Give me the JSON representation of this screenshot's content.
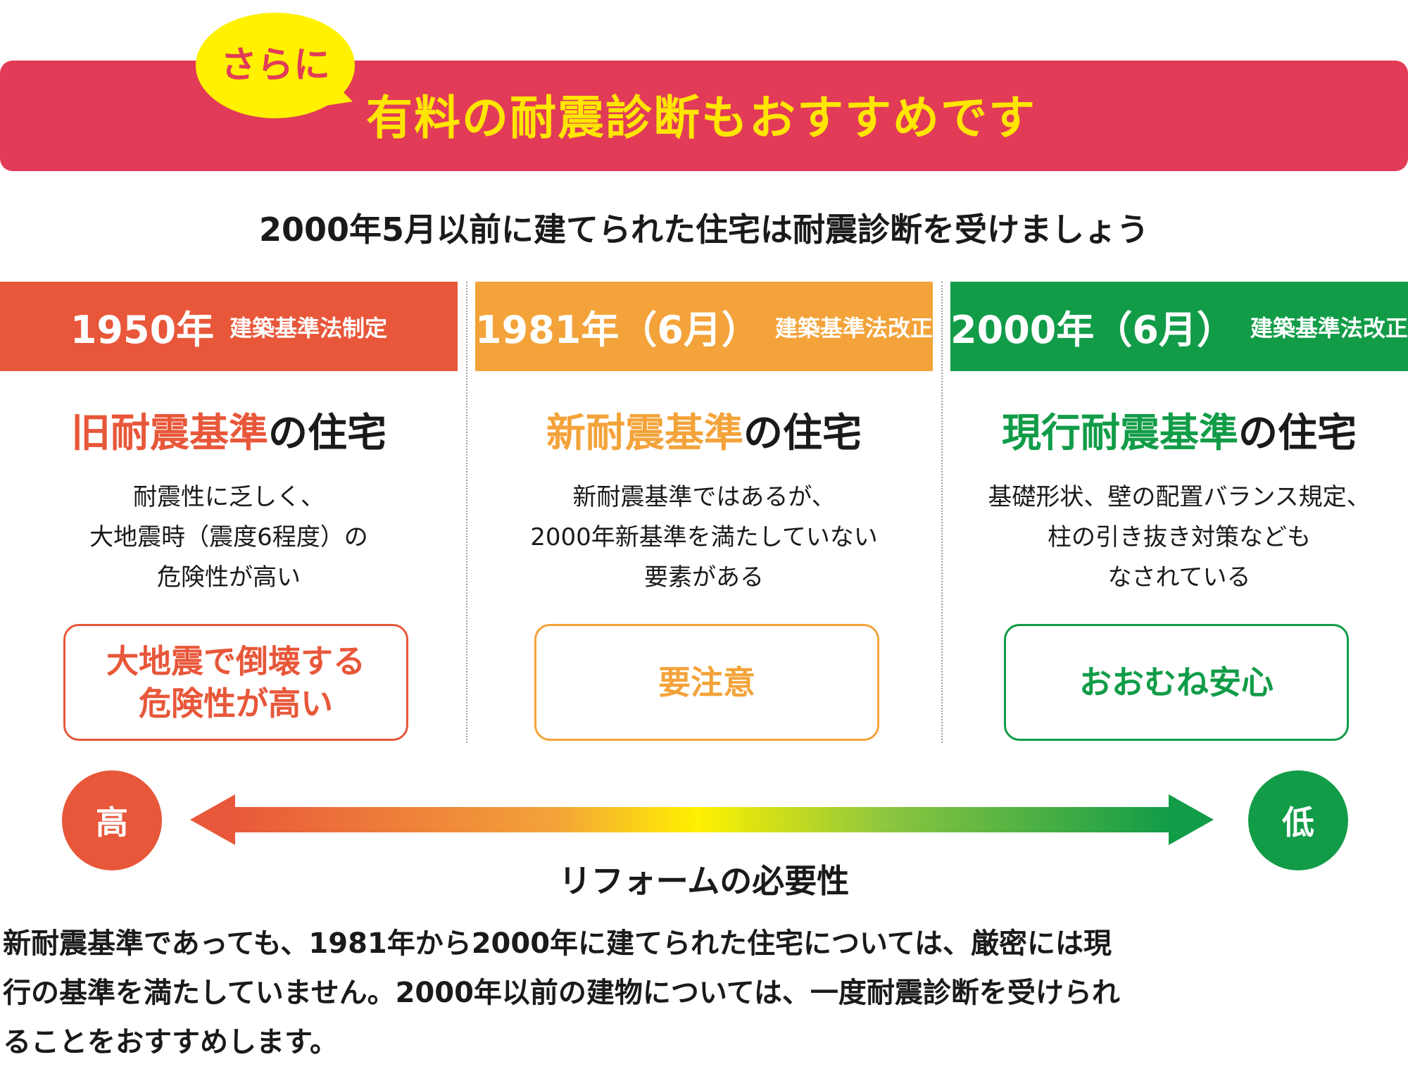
{
  "banner": {
    "badge": "さらに",
    "title": "有料の耐震診断もおすすめです"
  },
  "subtitle": "2000年5月以前に建てられた住宅は耐震診断を受けましょう",
  "columns": [
    {
      "year": "1950年",
      "law": "建築基準法制定",
      "title_highlight": "旧耐震基準",
      "title_rest": "の住宅",
      "desc": [
        "耐震性に乏しく、",
        "大地震時（震度6程度）の",
        "危険性が高い"
      ],
      "box": [
        "大地震で倒壊する",
        "危険性が高い"
      ],
      "color": "#e8573a"
    },
    {
      "year": "1981年（6月）",
      "law": "建築基準法改正",
      "title_highlight": "新耐震基準",
      "title_rest": "の住宅",
      "desc": [
        "新耐震基準ではあるが、",
        "2000年新基準を満たしていない",
        "要素がある"
      ],
      "box": [
        "要注意"
      ],
      "color": "#f3a33a"
    },
    {
      "year": "2000年（6月）",
      "law": "建築基準法改正",
      "title_highlight": "現行耐震基準",
      "title_rest": "の住宅",
      "desc": [
        "基礎形状、壁の配置バランス規定、",
        "柱の引き抜き対策なども",
        "なされている"
      ],
      "box": [
        "おおむね安心"
      ],
      "color": "#129c48"
    }
  ],
  "scale": {
    "high": "高",
    "low": "低",
    "label": "リフォームの必要性"
  },
  "body": [
    "新耐震基準であっても、1981年から2000年に建てられた住宅については、厳密には現",
    "行の基準を満たしていません。2000年以前の建物については、一度耐震診断を受けられ",
    "ることをおすすめします。"
  ]
}
